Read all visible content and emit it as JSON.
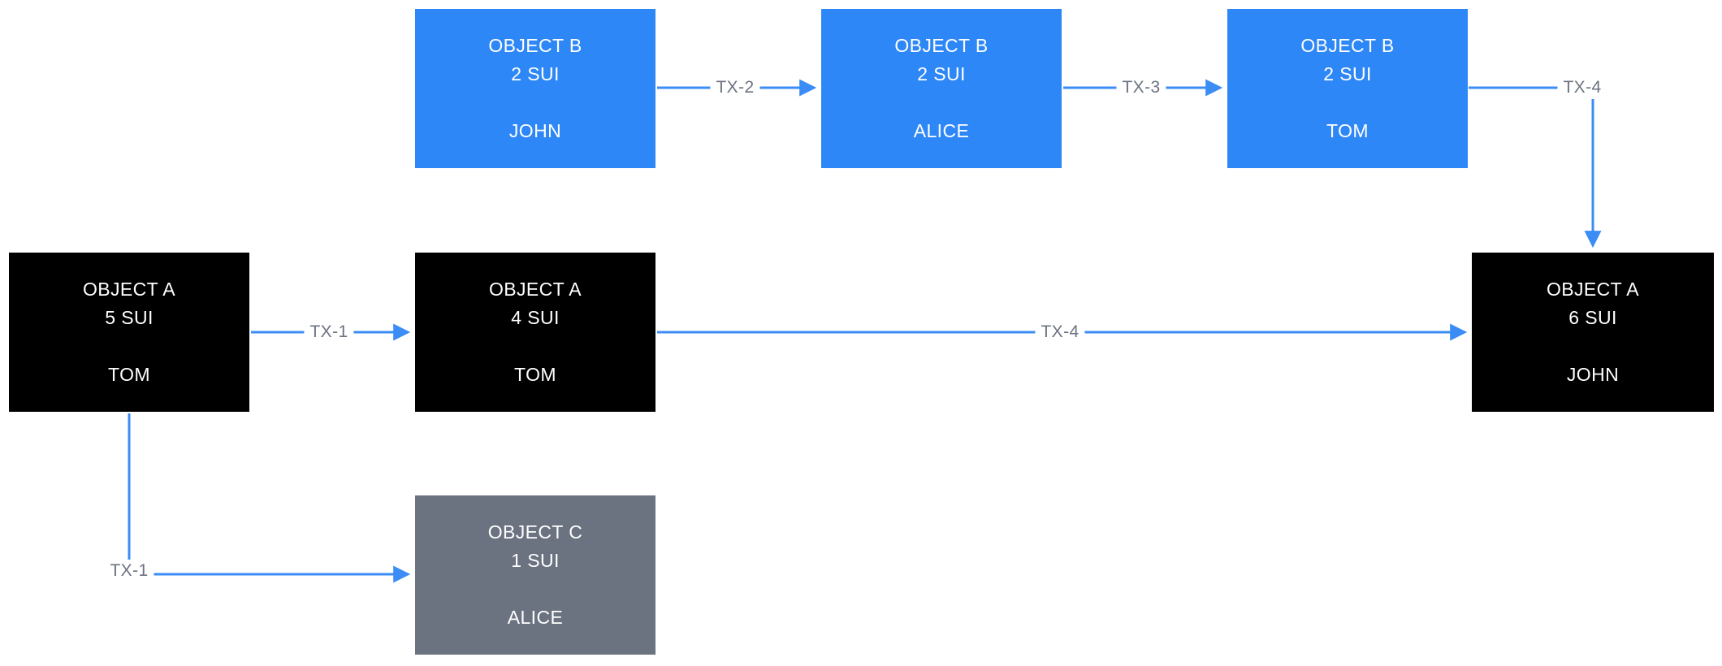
{
  "diagram": {
    "description": "Object ownership flow diagram with transactions"
  },
  "colors": {
    "node_blue": "#2E87F6",
    "node_black": "#000000",
    "node_gray": "#6B7280",
    "arrow": "#3C8CF6",
    "edge_label_text": "#6B7280",
    "node_text": "#FFFFFF",
    "background": "#FFFFFF"
  },
  "nodes": [
    {
      "name": "object-b-john",
      "color": "blue",
      "title": "OBJECT B",
      "amount": "2 SUI",
      "owner": "JOHN"
    },
    {
      "name": "object-b-alice",
      "color": "blue",
      "title": "OBJECT B",
      "amount": "2 SUI",
      "owner": "ALICE"
    },
    {
      "name": "object-b-tom",
      "color": "blue",
      "title": "OBJECT B",
      "amount": "2 SUI",
      "owner": "TOM"
    },
    {
      "name": "object-a-5-tom",
      "color": "black",
      "title": "OBJECT A",
      "amount": "5 SUI",
      "owner": "TOM"
    },
    {
      "name": "object-a-4-tom",
      "color": "black",
      "title": "OBJECT A",
      "amount": "4 SUI",
      "owner": "TOM"
    },
    {
      "name": "object-a-6-john",
      "color": "black",
      "title": "OBJECT A",
      "amount": "6 SUI",
      "owner": "JOHN"
    },
    {
      "name": "object-c-alice",
      "color": "gray",
      "title": "OBJECT C",
      "amount": "1 SUI",
      "owner": "ALICE"
    }
  ],
  "edges": {
    "tx2": {
      "label": "TX-2"
    },
    "tx3": {
      "label": "TX-3"
    },
    "tx4_top": {
      "label": "TX-4"
    },
    "tx1_mid": {
      "label": "TX-1"
    },
    "tx4_mid": {
      "label": "TX-4"
    },
    "tx1_bottom": {
      "label": "TX-1"
    }
  }
}
